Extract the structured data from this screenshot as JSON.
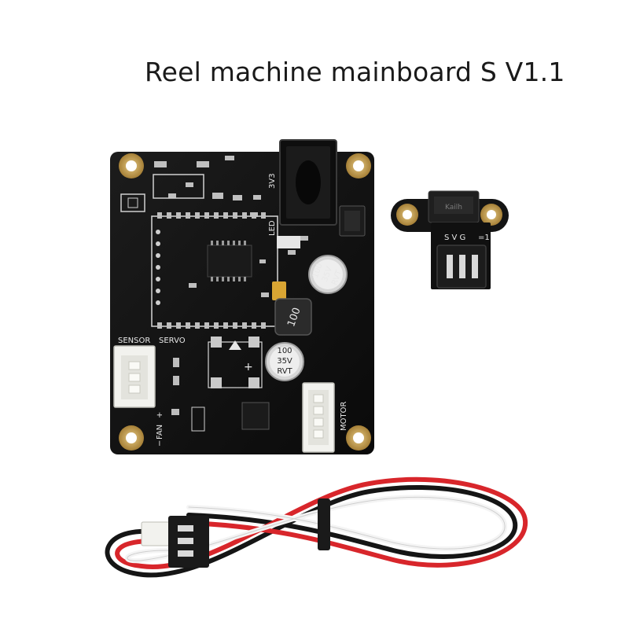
{
  "title": "Reel machine mainboard S V1.1",
  "board": {
    "labels": {
      "sensor": "SENSOR",
      "servo": "SERVO",
      "fan": "FAN",
      "fan_minus": "−",
      "fan_plus": "+",
      "motor": "MOTOR",
      "led": "LED",
      "v3": "3V3"
    },
    "capacitor_top": [
      "100",
      "35V",
      "RVT"
    ],
    "capacitor_bottom": [
      "100",
      "35V",
      "RVT"
    ],
    "inductor": "100"
  },
  "sensor_module": {
    "pins": "S  V  G",
    "pin_one": "=1",
    "housing_text": "Kailh"
  },
  "colors": {
    "pcb": "#121212",
    "gold": "#c9a35a",
    "silkscreen": "#e8e8e8",
    "connector": "#f2f2ee",
    "wire_red": "#d8262b",
    "wire_black": "#151515",
    "wire_white": "#f4f4f4"
  }
}
